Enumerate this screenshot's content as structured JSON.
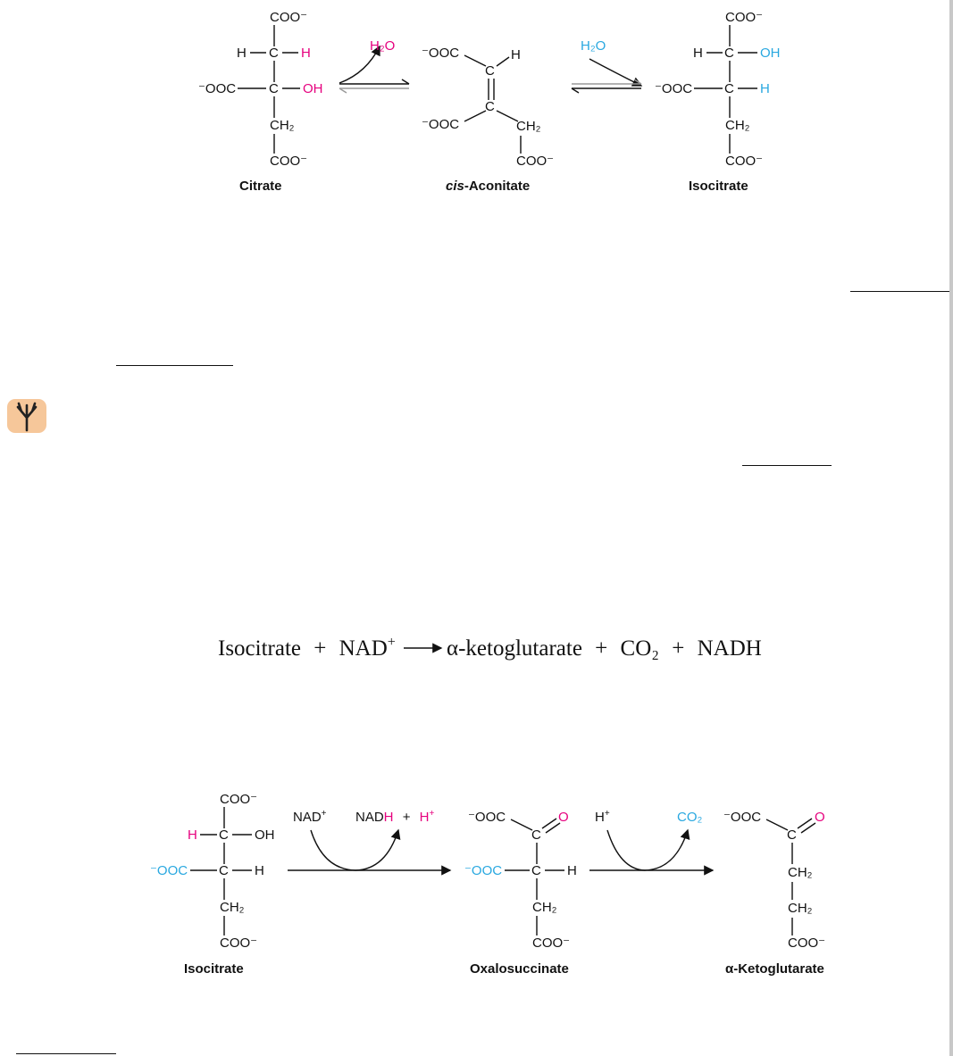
{
  "colors": {
    "ink": "#111111",
    "magenta": "#e6007e",
    "blue": "#29a8e0",
    "icon_bg": "#f6c79a",
    "icon_fg": "#222222"
  },
  "icons": {
    "tree": "tree-branch-icon"
  },
  "reaction1": {
    "citrate": {
      "top": "COO⁻",
      "h_left": "H",
      "h_right": "H",
      "c1": "C",
      "ooc": "⁻OOC",
      "c2": "C",
      "oh": "OH",
      "ch2": "CH₂",
      "bottom": "COO⁻",
      "name": "Citrate"
    },
    "water_out": "H₂O",
    "aconitate": {
      "ooc_top": "⁻OOC",
      "c_top": "C",
      "h": "H",
      "c_mid": "C",
      "ooc_mid": "⁻OOC",
      "ch2": "CH₂",
      "bottom": "COO⁻",
      "name_italic": "cis",
      "name_rest": "-Aconitate"
    },
    "water_in": "H₂O",
    "isocitrate": {
      "top": "COO⁻",
      "h_left": "H",
      "c1": "C",
      "oh": "OH",
      "ooc": "⁻OOC",
      "c2": "C",
      "h_right": "H",
      "ch2": "CH₂",
      "bottom": "COO⁻",
      "name": "Isocitrate"
    }
  },
  "equation": {
    "isocitrate": "Isocitrate",
    "plus1": "+",
    "nad": "NAD",
    "nad_sup": "+",
    "akg": "α-ketoglutarate",
    "plus2": "+",
    "co2": "CO₂",
    "plus3": "+",
    "nadh": "NADH"
  },
  "reaction2": {
    "isocitrate": {
      "top": "COO⁻",
      "h": "H",
      "c1": "C",
      "oh": "OH",
      "ooc": "⁻OOC",
      "c2": "C",
      "h2": "H",
      "ch2": "CH₂",
      "bottom": "COO⁻",
      "name": "Isocitrate"
    },
    "cofactor": {
      "nad": "NAD",
      "nad_sup": "+",
      "nadh_prefix": "NAD",
      "nadh_h": "H",
      "plus": "+",
      "proton": "H",
      "proton_sup": "+"
    },
    "oxalosuccinate": {
      "ooc_top": "⁻OOC",
      "c_top": "C",
      "o": "O",
      "ooc": "⁻OOC",
      "c2": "C",
      "h": "H",
      "ch2": "CH₂",
      "bottom": "COO⁻",
      "name": "Oxalosuccinate"
    },
    "decarb": {
      "proton": "H",
      "proton_sup": "+",
      "co2": "CO₂"
    },
    "akg": {
      "ooc_top": "⁻OOC",
      "c_top": "C",
      "o": "O",
      "ch2a": "CH₂",
      "ch2b": "CH₂",
      "bottom": "COO⁻",
      "name": "α-Ketoglutarate"
    }
  }
}
